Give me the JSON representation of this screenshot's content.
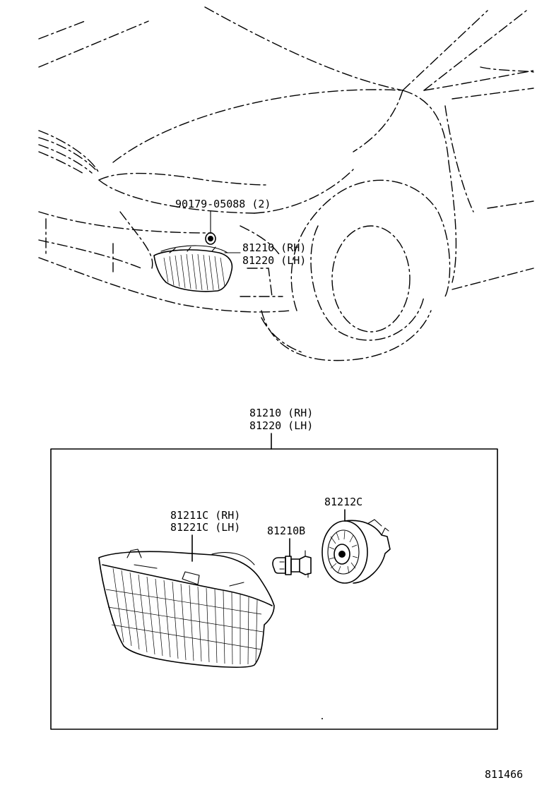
{
  "diagram": {
    "callouts": {
      "nut": "90179-05088 (2)",
      "lamp_rh_top": "81210 (RH)",
      "lamp_lh_top": "81220 (LH)",
      "assy_rh": "81210 (RH)",
      "assy_lh": "81220 (LH)",
      "lens_rh": "81211C (RH)",
      "lens_lh": "81221C (LH)",
      "bulb": "81210B",
      "socket": "81212C"
    },
    "illustration_number": "811466",
    "ink_color": "#000000",
    "background_color": "#ffffff"
  }
}
